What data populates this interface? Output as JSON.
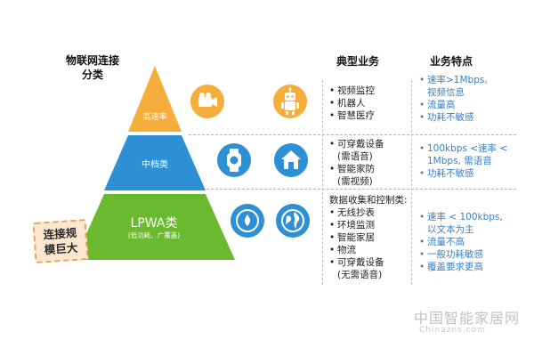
{
  "title_line1": "物联网连接",
  "title_line2": "分类",
  "columns": {
    "business": "典型业务",
    "features": "业务特点"
  },
  "tiers": [
    {
      "label": "高速率",
      "color": "#f5ad3b",
      "icon": "video-camera-icon",
      "icon2": "robot-icon",
      "business": [
        "视频监控",
        "机器人",
        "智慧医疗"
      ],
      "features": [
        {
          "lines": [
            "速率>1Mbps,",
            "视频信息"
          ]
        },
        {
          "lines": [
            "流量高"
          ]
        },
        {
          "lines": [
            "功耗不敏感"
          ]
        }
      ]
    },
    {
      "label": "中档类",
      "color": "#2d8fd4",
      "icon": "smartwatch-icon",
      "icon2": "smart-home-icon",
      "business": [
        {
          "lines": [
            "可穿戴设备",
            "(需语音)"
          ]
        },
        {
          "lines": [
            "智能家防",
            "(需视频)"
          ]
        }
      ],
      "features": [
        {
          "lines": [
            "100kbps <速率 <",
            "1Mbps, 需语音"
          ]
        },
        {
          "lines": [
            "功耗不敏感"
          ]
        }
      ]
    },
    {
      "label": "LPWA类",
      "sublabel": "(低功耗、广覆盖)",
      "color": "#6bb92e",
      "icon": "meter-icon",
      "icon2": "globe-icon",
      "business_intro": "数据收集和控制类:",
      "business": [
        {
          "lines": [
            "无线抄表"
          ]
        },
        {
          "lines": [
            "环境监测"
          ]
        },
        {
          "lines": [
            "智能家居"
          ]
        },
        {
          "lines": [
            "物流"
          ]
        },
        {
          "lines": [
            "可穿戴设备",
            "(无需语音)"
          ]
        }
      ],
      "features": [
        {
          "lines": [
            "速率 < 100kbps,",
            "以文本为主"
          ]
        },
        {
          "lines": [
            "流量不高"
          ]
        },
        {
          "lines": [
            "一般功耗敏感"
          ]
        },
        {
          "lines": [
            "覆盖要求更高"
          ]
        }
      ]
    }
  ],
  "stamp": {
    "line1": "连接规",
    "line2": "模巨大"
  },
  "watermark": {
    "line1": "中国智能家居网",
    "line2": "Chinazns.com"
  }
}
